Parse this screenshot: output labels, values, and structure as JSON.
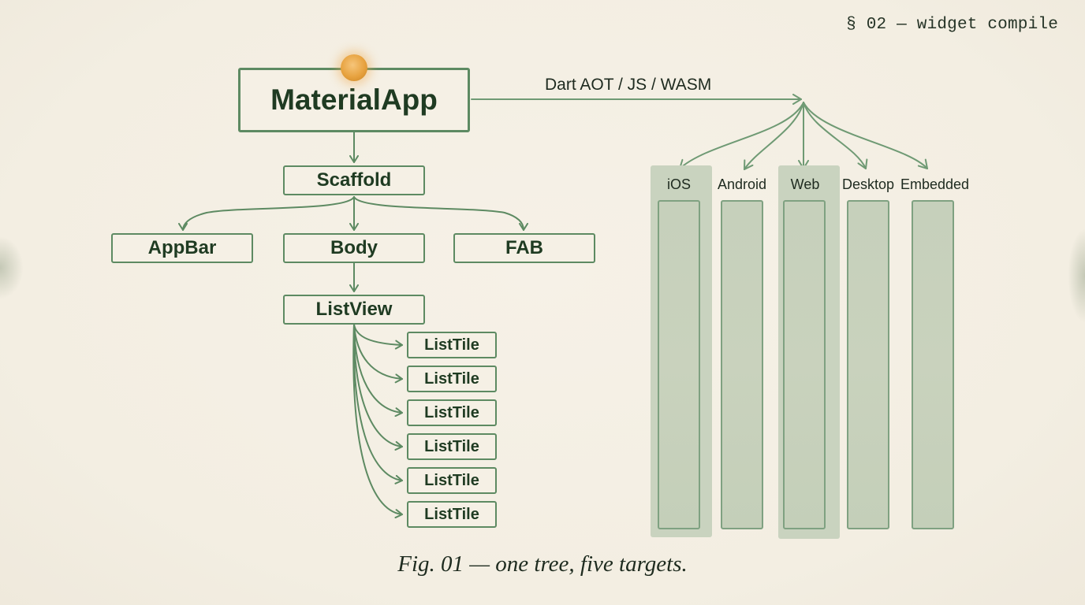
{
  "header": {
    "section_label": "§ 02 — widget compile"
  },
  "tree": {
    "root": {
      "label": "MaterialApp"
    },
    "scaffold": {
      "label": "Scaffold"
    },
    "children": [
      {
        "label": "AppBar"
      },
      {
        "label": "Body"
      },
      {
        "label": "FAB"
      }
    ],
    "listview": {
      "label": "ListView"
    },
    "tiles": [
      {
        "label": "ListTile"
      },
      {
        "label": "ListTile"
      },
      {
        "label": "ListTile"
      },
      {
        "label": "ListTile"
      },
      {
        "label": "ListTile"
      },
      {
        "label": "ListTile"
      }
    ]
  },
  "compile": {
    "edge_label": "Dart AOT / JS / WASM"
  },
  "targets": [
    {
      "label": "iOS",
      "highlighted": true
    },
    {
      "label": "Android",
      "highlighted": false
    },
    {
      "label": "Web",
      "highlighted": true
    },
    {
      "label": "Desktop",
      "highlighted": false
    },
    {
      "label": "Embedded",
      "highlighted": false
    }
  ],
  "caption": "Fig. 01 — one tree, five targets.",
  "colors": {
    "background": "#f4efe4",
    "stroke": "#5d8a62",
    "text": "#1f3b22",
    "target_fill": "#c6d0bb",
    "highlight_fill": "#c9d3bf",
    "orb": "#e7a23f"
  }
}
